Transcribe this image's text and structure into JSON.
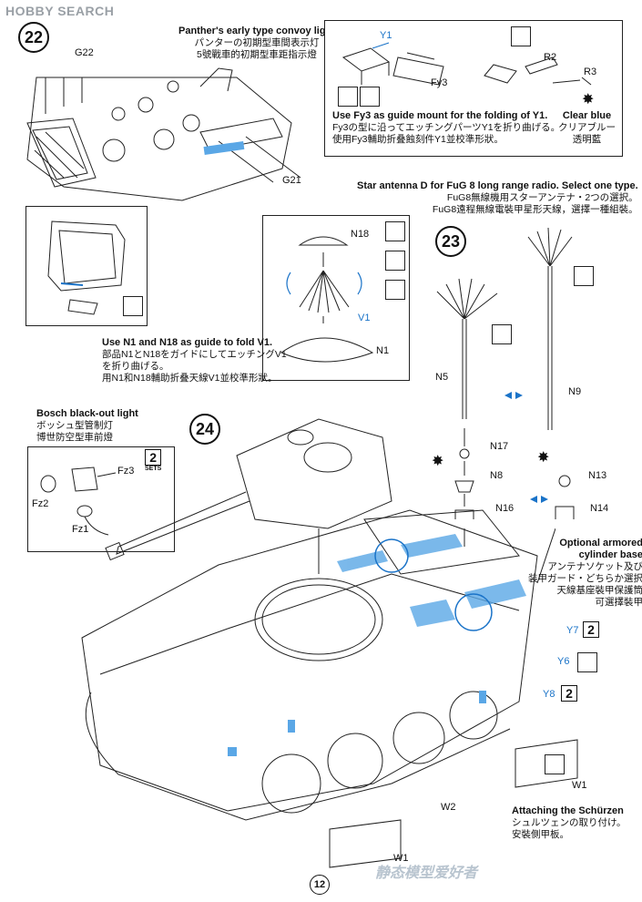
{
  "watermark_top": "HOBBY SEARCH",
  "watermark_bottom": "静态模型爱好者",
  "page_number": "12",
  "steps": {
    "s22": "22",
    "s23": "23",
    "s24": "24"
  },
  "step22": {
    "title_en": "Panther's early type convoy light",
    "title_jp": "パンターの初期型車間表示灯",
    "title_cn": "5號戰車的初期型車距指示燈",
    "parts": {
      "g22": "G22",
      "g21": "G21",
      "y1": "Y1",
      "fy3": "Fy3",
      "r2": "R2",
      "r3": "R3"
    },
    "fold_en": "Use Fy3 as guide mount for the folding of Y1.",
    "fold_jp": "Fy3の型に沿ってエッチングパーツY1を折り曲げる。",
    "fold_cn": "使用Fy3輔助折叠蝕刻件Y1並校準形狀。",
    "clear_en": "Clear blue",
    "clear_jp": "クリアブルー",
    "clear_cn": "透明藍"
  },
  "antenna": {
    "title_en": "Star antenna D for FuG 8 long range radio. Select one type.",
    "title_jp": "FuG8無線機用スターアンテナ・2つの選択。",
    "title_cn": "FuG8遠程無線電裝甲星形天線，選擇一種組裝。",
    "parts": {
      "n18": "N18",
      "v1": "V1",
      "n1": "N1",
      "n5": "N5",
      "n9": "N9",
      "n17": "N17",
      "n8": "N8",
      "n16": "N16",
      "n13": "N13",
      "n14": "N14"
    },
    "fold_en": "Use N1 and N18 as guide to fold V1.",
    "fold_jp1": "部品N1とN18をガイドにしてエッチングV1",
    "fold_jp2": "を折り曲げる。",
    "fold_cn": "用N1和N18輔助折叠天線V1並校準形狀。",
    "base_en1": "Optional armored",
    "base_en2": "cylinder base",
    "base_jp1": "アンテナソケット及び",
    "base_jp2": "装甲ガード・どちらか選択",
    "base_cn1": "天線基座裝甲保護筒",
    "base_cn2": "可選擇裝甲"
  },
  "step24": {
    "bosch_en": "Bosch black-out light",
    "bosch_jp": "ボッシュ型管制灯",
    "bosch_cn": "博世防空型車前燈",
    "sets_label": "SETS",
    "sets_count": "2",
    "parts": {
      "fz3": "Fz3",
      "fz2": "Fz2",
      "fz1": "Fz1",
      "y7": "Y7",
      "y6": "Y6",
      "y8": "Y8",
      "w1a": "W1",
      "w1b": "W1",
      "w2": "W2"
    },
    "y7_count": "2",
    "y8_count": "2",
    "schurzen_en": "Attaching the Schürzen",
    "schurzen_jp": "シュルツェンの取り付け。",
    "schurzen_cn": "安裝側甲板。"
  },
  "colors": {
    "accent_blue": "#1a73c8",
    "mesh_blue": "#5aa7e6",
    "line": "#222222"
  }
}
